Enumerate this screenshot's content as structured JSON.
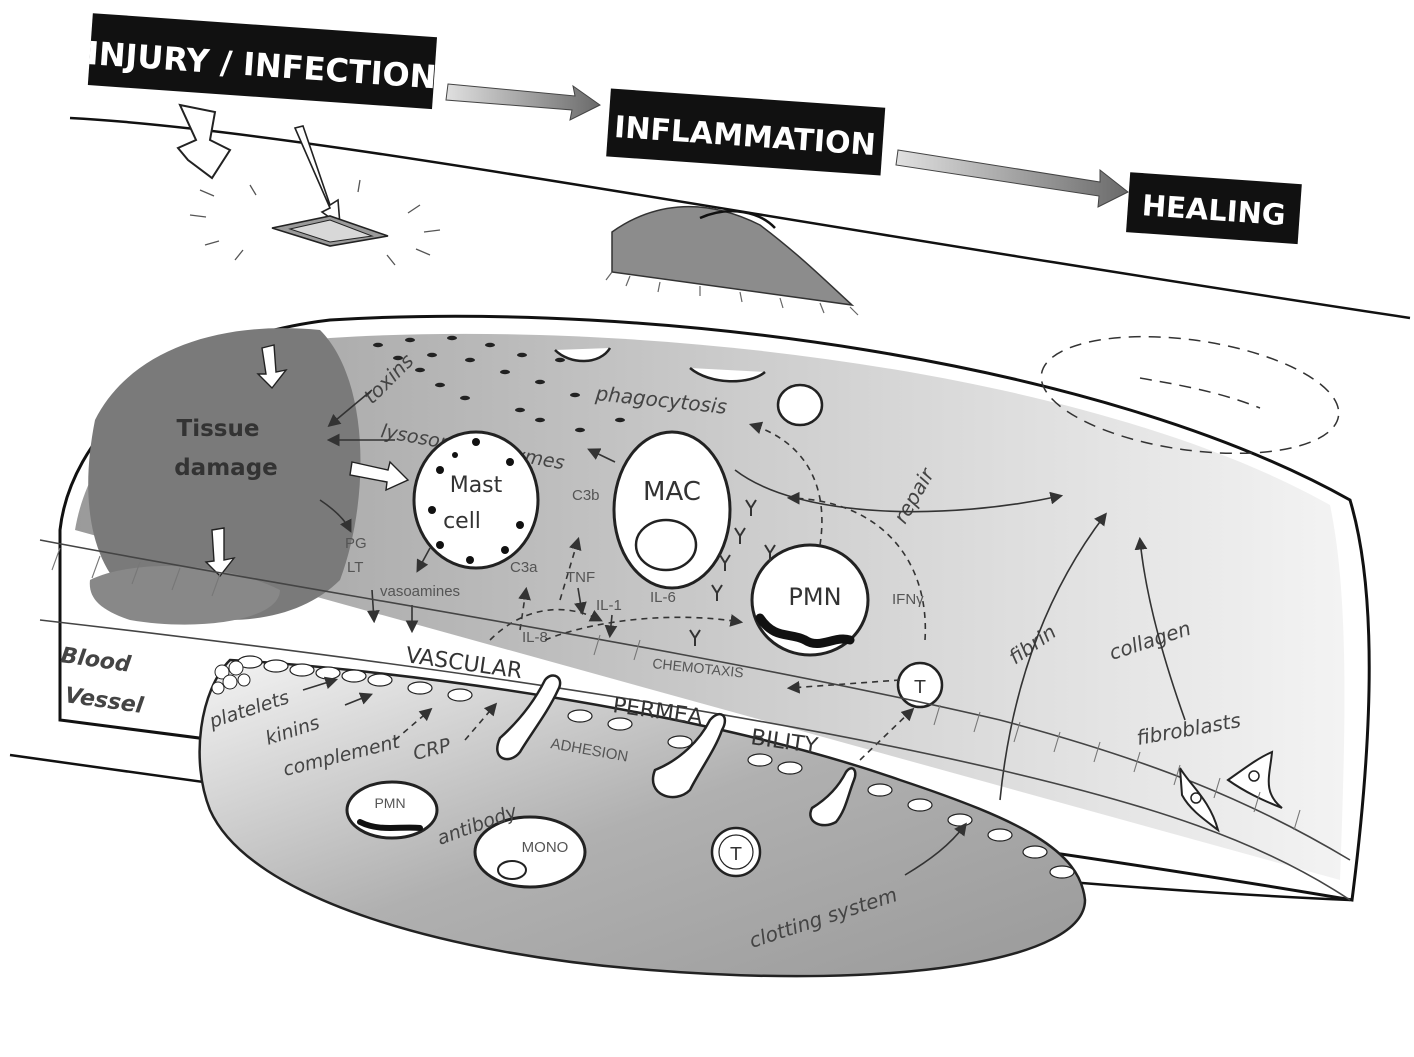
{
  "stages": {
    "injury": "INJURY / INFECTION",
    "inflammation": "INFLAMMATION",
    "healing": "HEALING"
  },
  "tissue": {
    "title_line1": "Tissue",
    "title_line2": "damage",
    "toxins": "toxins",
    "lysosomal": "lysosomal enzymes",
    "phagocytosis": "phagocytosis",
    "pg": "PG",
    "lt": "LT",
    "vasoamines": "vasoamines",
    "repair": "repair",
    "fibrin": "fibrin",
    "collagen": "collagen",
    "fibroblasts": "fibroblasts"
  },
  "cells": {
    "mast_line1": "Mast",
    "mast_line2": "cell",
    "mac": "MAC",
    "pmn": "PMN",
    "t": "T",
    "pmn_blood": "PMN",
    "mono": "MONO",
    "t_blood": "T"
  },
  "mediators": {
    "c3b": "C3b",
    "c3a": "C3a",
    "tnf": "TNF",
    "il1": "IL-1",
    "il6": "IL-6",
    "il8": "IL-8",
    "ifny": "IFNγ",
    "chemotaxis": "CHEMOTAXIS"
  },
  "vessel": {
    "title_line1": "Blood",
    "title_line2": "Vessel",
    "vascular": "VASCULAR",
    "permea": "PERMEA",
    "bility": "BILITY",
    "adhesion": "ADHESION",
    "platelets": "platelets",
    "kinins": "kinins",
    "complement": "complement",
    "crp": "CRP",
    "antibody": "antibody",
    "clotting": "clotting system"
  }
}
